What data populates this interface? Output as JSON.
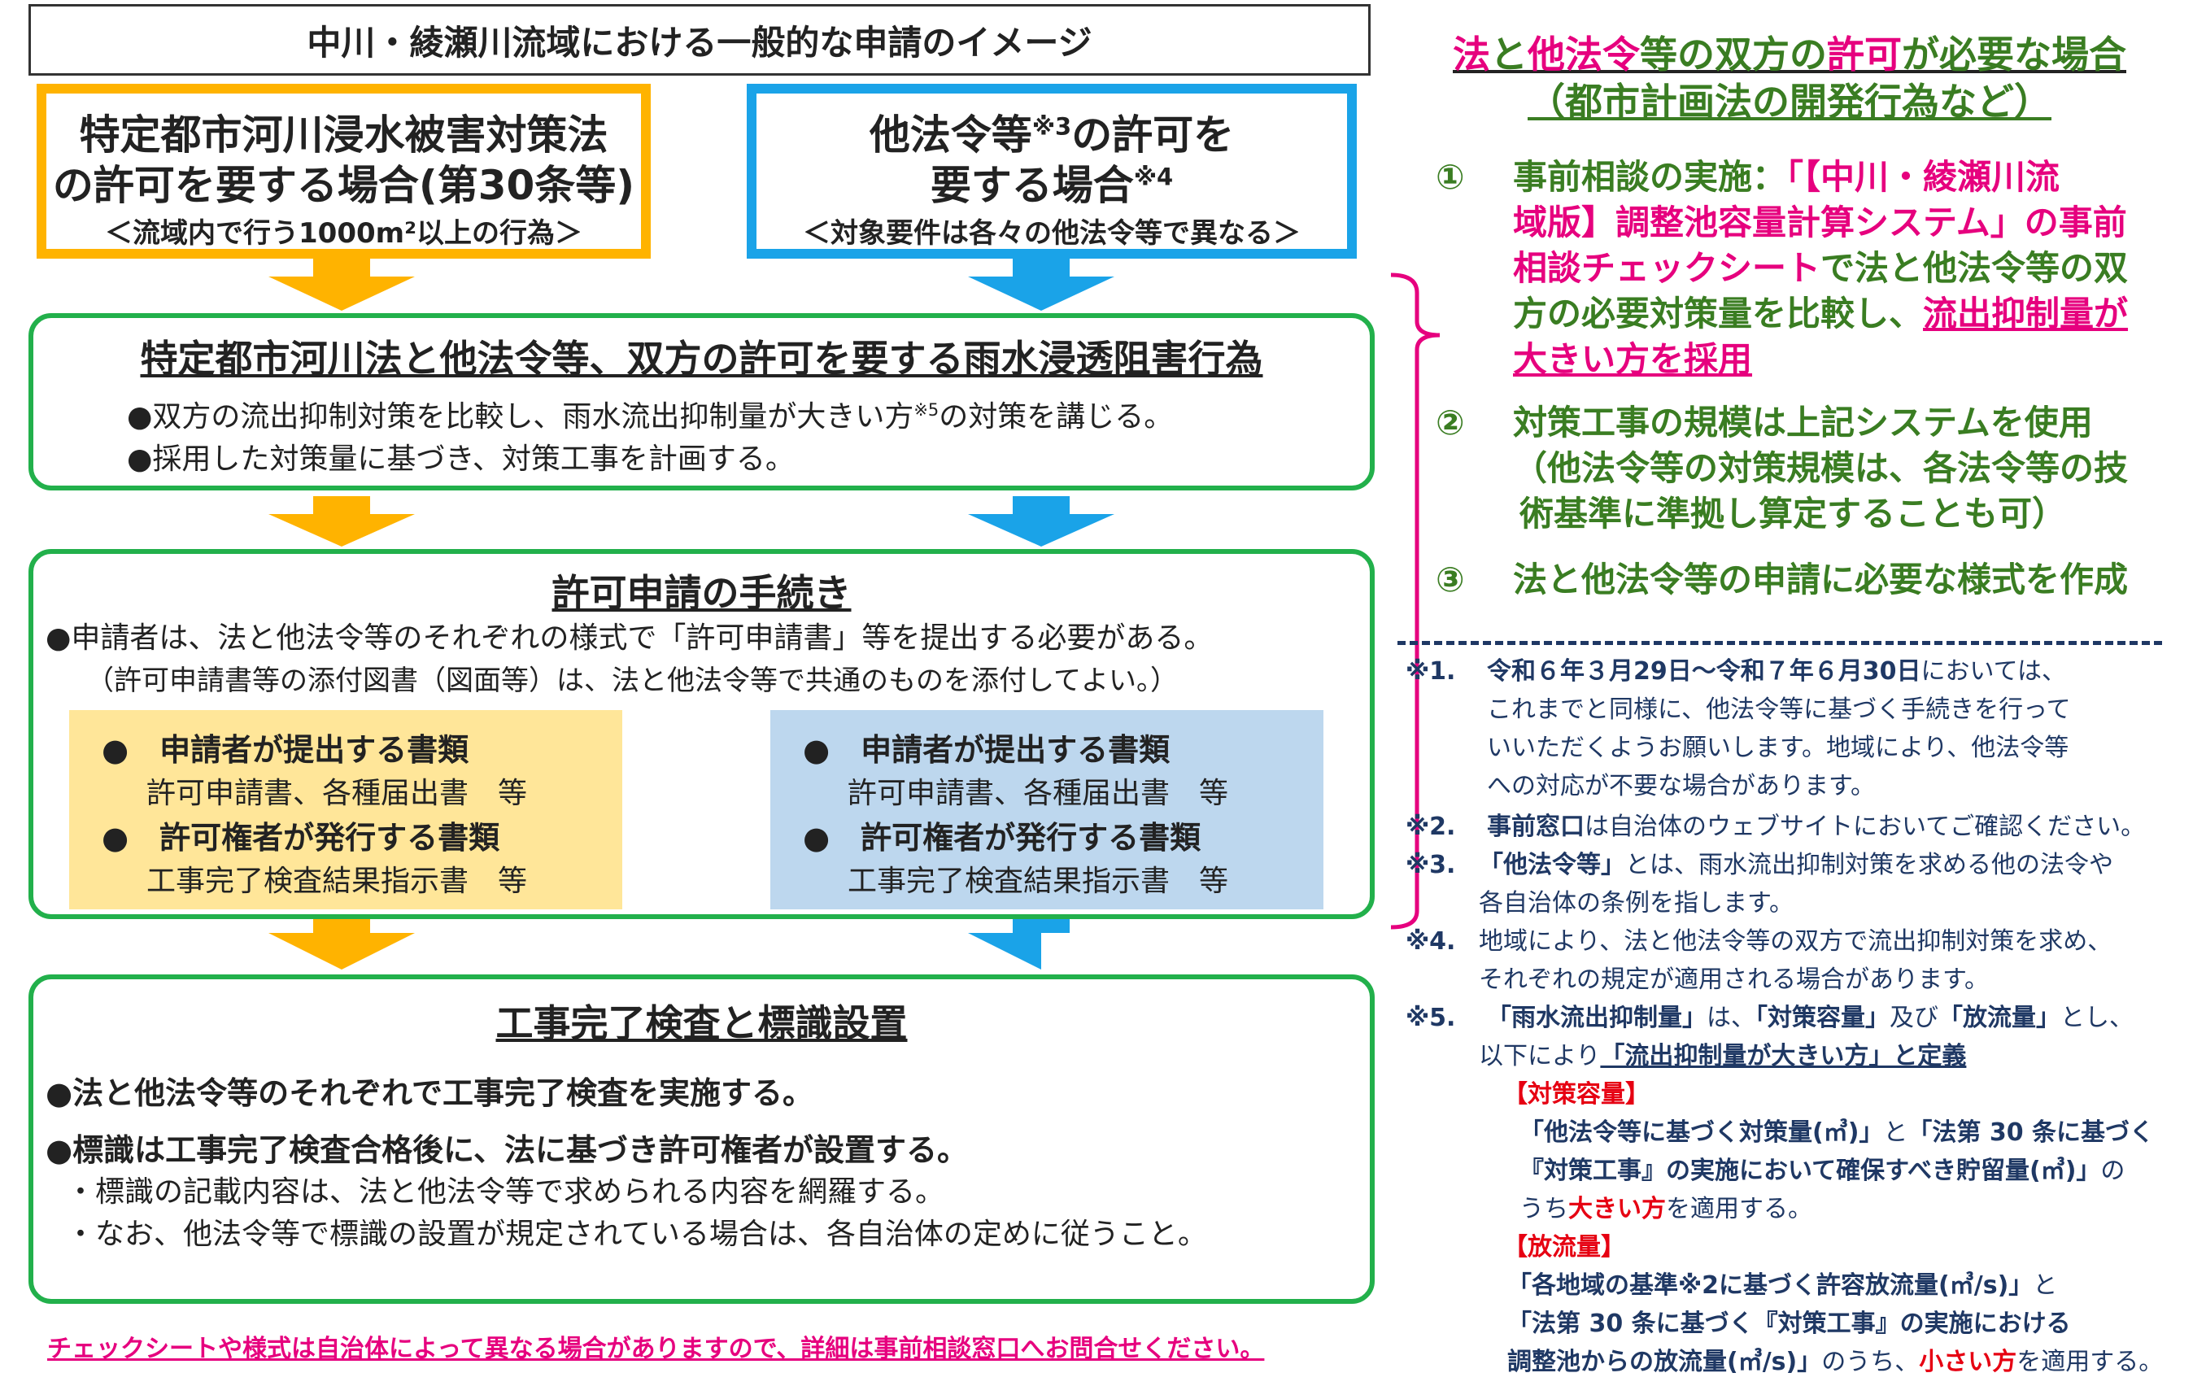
{
  "header_title": "中川・綾瀬川流域における一般的な申請のイメージ",
  "box_law": {
    "line1": "特定都市河川浸水被害対策法",
    "line2": "の許可を要する場合(第30条等)",
    "sub": "＜流域内で行う1000m²以上の行為＞"
  },
  "box_other": {
    "line1_a": "他法令等",
    "sup1": "※3",
    "line1_b": "の許可を",
    "line2_a": "要する場合",
    "sup2": "※4",
    "sub": "＜対象要件は各々の他法令等で異なる＞"
  },
  "stage1": {
    "title": "特定都市河川法と他法令等、双方の許可を要する雨水浸透阻害行為",
    "b1_a": "●双方の流出抑制対策を比較し、雨水流出抑制量が大きい方",
    "b1_sup": "※5",
    "b1_b": "の対策を講じる。",
    "b2": "●採用した対策量に基づき、対策工事を計画する。"
  },
  "stage2": {
    "title": "許可申請の手続き",
    "b1": "●申請者は、法と他法令等のそれぞれの様式で「許可申請書」等を提出する必要がある。",
    "b2": "（許可申請書等の添付図書（図面等）は、法と他法令等で共通のものを添付してよい。）",
    "left": {
      "h1": "●　申請者が提出する書類",
      "t1": "許可申請書、各種届出書　等",
      "h2": "●　許可権者が発行する書類",
      "t2": "工事完了検査結果指示書　等"
    },
    "right": {
      "h1": "●　申請者が提出する書類",
      "t1": "許可申請書、各種届出書　等",
      "h2": "●　許可権者が発行する書類",
      "t2": "工事完了検査結果指示書　等"
    }
  },
  "stage3": {
    "title": "工事完了検査と標識設置",
    "b1": "●法と他法令等のそれぞれで工事完了検査を実施する。",
    "b2": "●標識は工事完了検査合格後に、法に基づき許可権者が設置する。",
    "b3": "・標識の記載内容は、法と他法令等で求められる内容を網羅する。",
    "b4": "・なお、他法令等で標識の設置が規定されている場合は、各自治体の定めに従うこと。"
  },
  "footer": "チェックシートや様式は自治体によって異なる場合がありますので、詳細は事前相談窓口へお問合せください。",
  "right": {
    "title_a": "法",
    "title_b": "と",
    "title_c": "他法令",
    "title_d": "等の双方の",
    "title_e": "許可",
    "title_f": "が必要な場合",
    "title2": "（都市計画法の開発行為など）",
    "i1_num": "①",
    "i1_a": "事前相談の実施：",
    "i1_b": "「【中川・綾瀬川流",
    "i1_c": "域版】調整池容量計算システム」の事前",
    "i1_d": "相談チェックシート",
    "i1_e": "で法と他法令等の双",
    "i1_f": "方の必要対策量を比較し、",
    "i1_g": "流出抑制量が",
    "i1_h": "大きい方を採用",
    "i2_num": "②",
    "i2_a": "対策工事の規模は上記システムを使用",
    "i2_b": "（他法令等の対策規模は、各法令等の技",
    "i2_c": "術基準に準拠し算定することも可）",
    "i3_num": "③",
    "i3_a": "法と他法令等の申請に必要な様式を作成"
  },
  "notes": {
    "n1_k": "※1.",
    "n1_a": "令和６年３月29日〜令和７年６月30日",
    "n1_b": "においては、",
    "n1_c": "これまでと同様に、他法令等に基づく手続きを行って",
    "n1_d": "いいただくようお願いします。地域により、他法令等",
    "n1_e": "への対応が不要な場合があります。",
    "n2_k": "※2.",
    "n2_a": "事前窓口",
    "n2_b": "は自治体のウェブサイトにおいてご確認ください。",
    "n3_k": "※3.",
    "n3_a": "「他法令等」",
    "n3_b": "とは、雨水流出抑制対策を求める他の法令や",
    "n3_c": "各自治体の条例を指します。",
    "n4_k": "※4.",
    "n4_a": "地域により、法と他法令等の双方で流出抑制対策を求め、",
    "n4_b": "それぞれの規定が適用される場合があります。",
    "n5_k": "※5.",
    "n5_a": "「雨水流出抑制量」",
    "n5_b": "は、",
    "n5_c": "「対策容量」",
    "n5_d": "及び",
    "n5_e": "「放流量」",
    "n5_f": "とし、",
    "n5_g": "以下により",
    "n5_h": "「流出抑制量が大きい方」と定義",
    "h1": "【対策容量】",
    "c1_a": "「他法令等に基づく対策量(㎥)」",
    "c1_b": "と",
    "c1_c": "「法第 30 条に基づく",
    "c1_d": "『対策工事』の実施において確保すべき貯留量(㎥)」",
    "c1_e": "の",
    "c1_f": "うち",
    "c1_g": "大きい方",
    "c1_h": "を適用する。",
    "h2": "【放流量】",
    "c2_a": "「各地域の基準※2に基づく許容放流量(㎥/s)」",
    "c2_b": "と",
    "c2_c": "「法第 30 条に基づく『対策工事』の実施における",
    "c2_d": "調整池からの放流量(㎥/s)」",
    "c2_e": "のうち、",
    "c2_f": "小さい方",
    "c2_g": "を適用する。"
  },
  "colors": {
    "orange": "#ffb300",
    "blue": "#1aa3e8",
    "green": "#22b04b",
    "pink": "#e6007e",
    "navy": "#1f3864"
  }
}
